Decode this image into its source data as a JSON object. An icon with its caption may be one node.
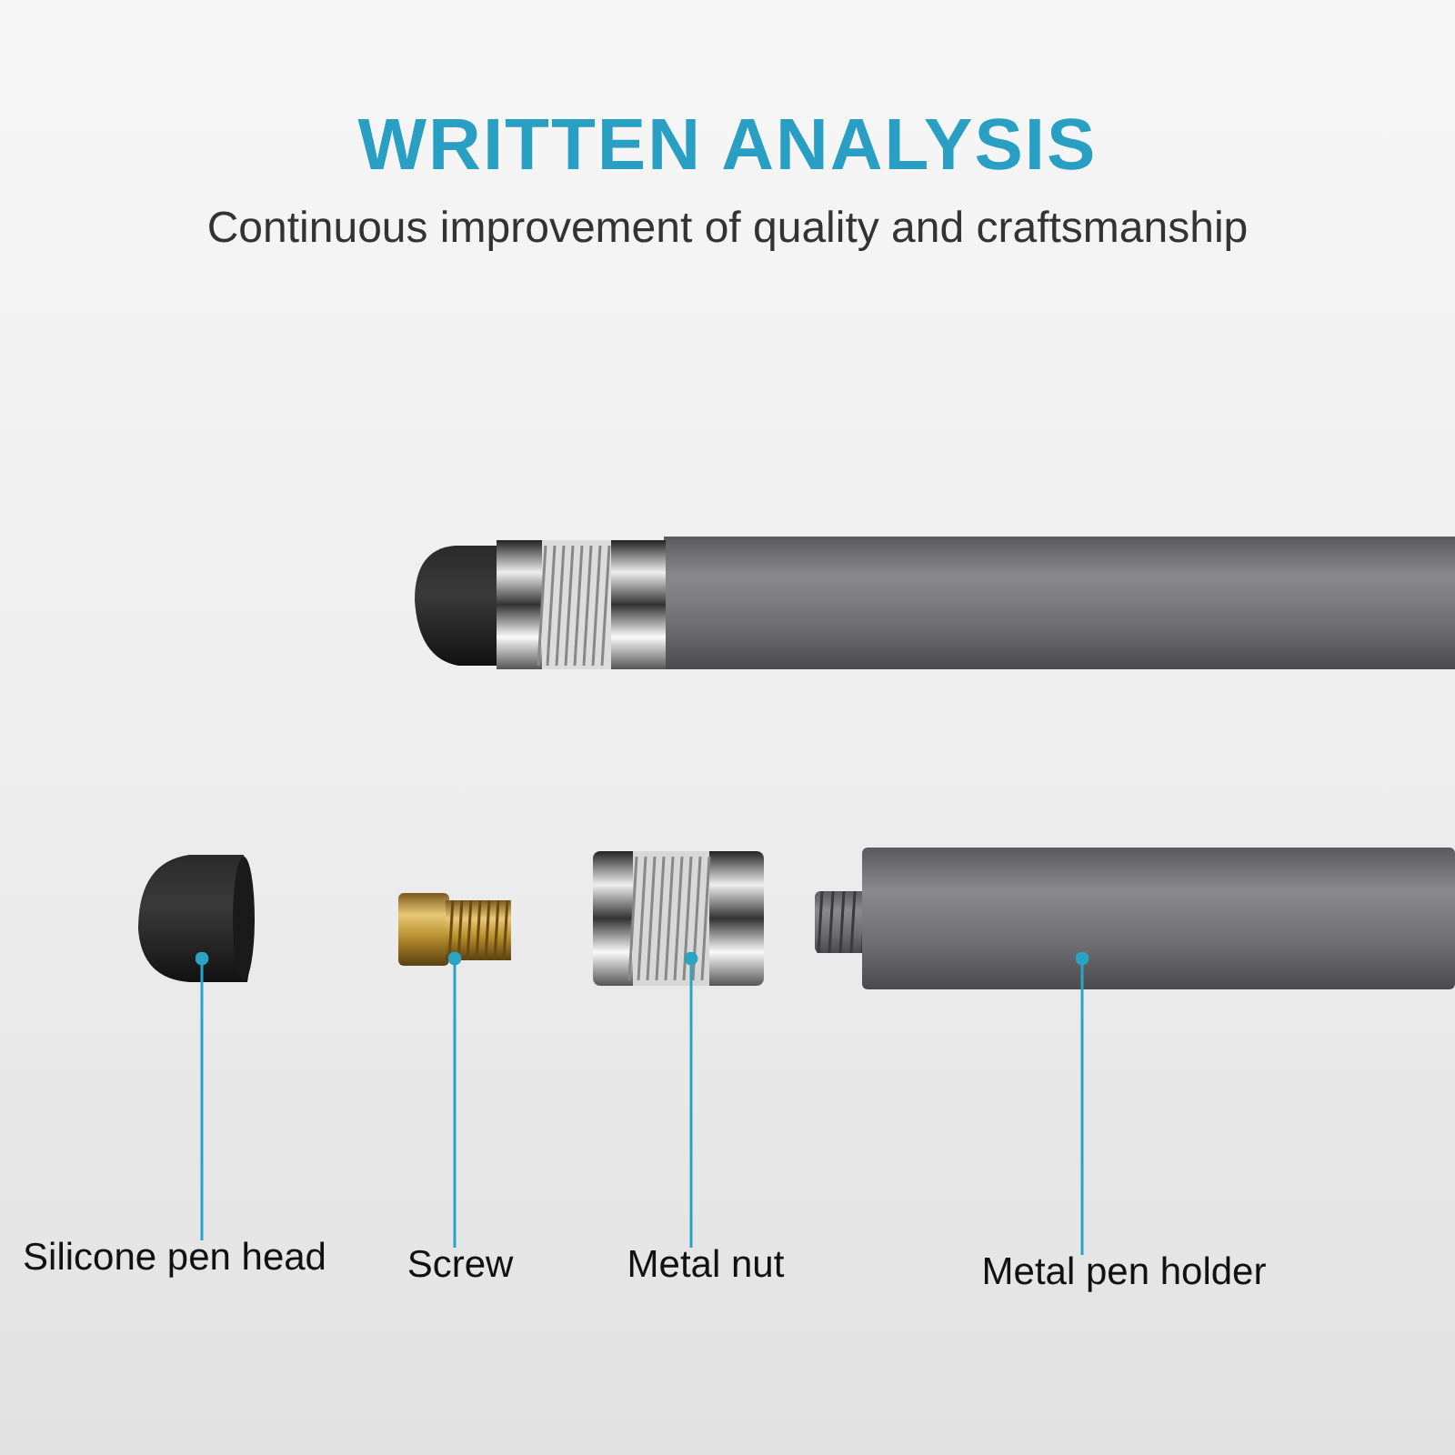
{
  "diagram": {
    "title": "WRITTEN ANALYSIS",
    "nodes": [
      {
        "text": [
          "Silicone pen head"
        ]
      },
      {
        "text": [
          "Screw"
        ]
      },
      {
        "text": [
          "Metal nut"
        ]
      },
      {
        "text": [
          "Metal pen holder"
        ]
      },
      {
        "text": [],
        "shape": "picture"
      },
      {
        "text": [],
        "shape": "picture"
      },
      {
        "text": [],
        "shape": "picture"
      },
      {
        "text": [],
        "shape": "picture"
      }
    ],
    "edges": [
      {
        "from": 0,
        "to": 4,
        "arrow": "other"
      },
      {
        "from": 1,
        "to": 5,
        "arrow": "other"
      },
      {
        "from": 2,
        "to": 6,
        "arrow": "other"
      },
      {
        "from": 3,
        "to": 7,
        "arrow": "other"
      }
    ],
    "labels": [
      "Continuous improvement of quality and craftsmanship"
    ]
  }
}
